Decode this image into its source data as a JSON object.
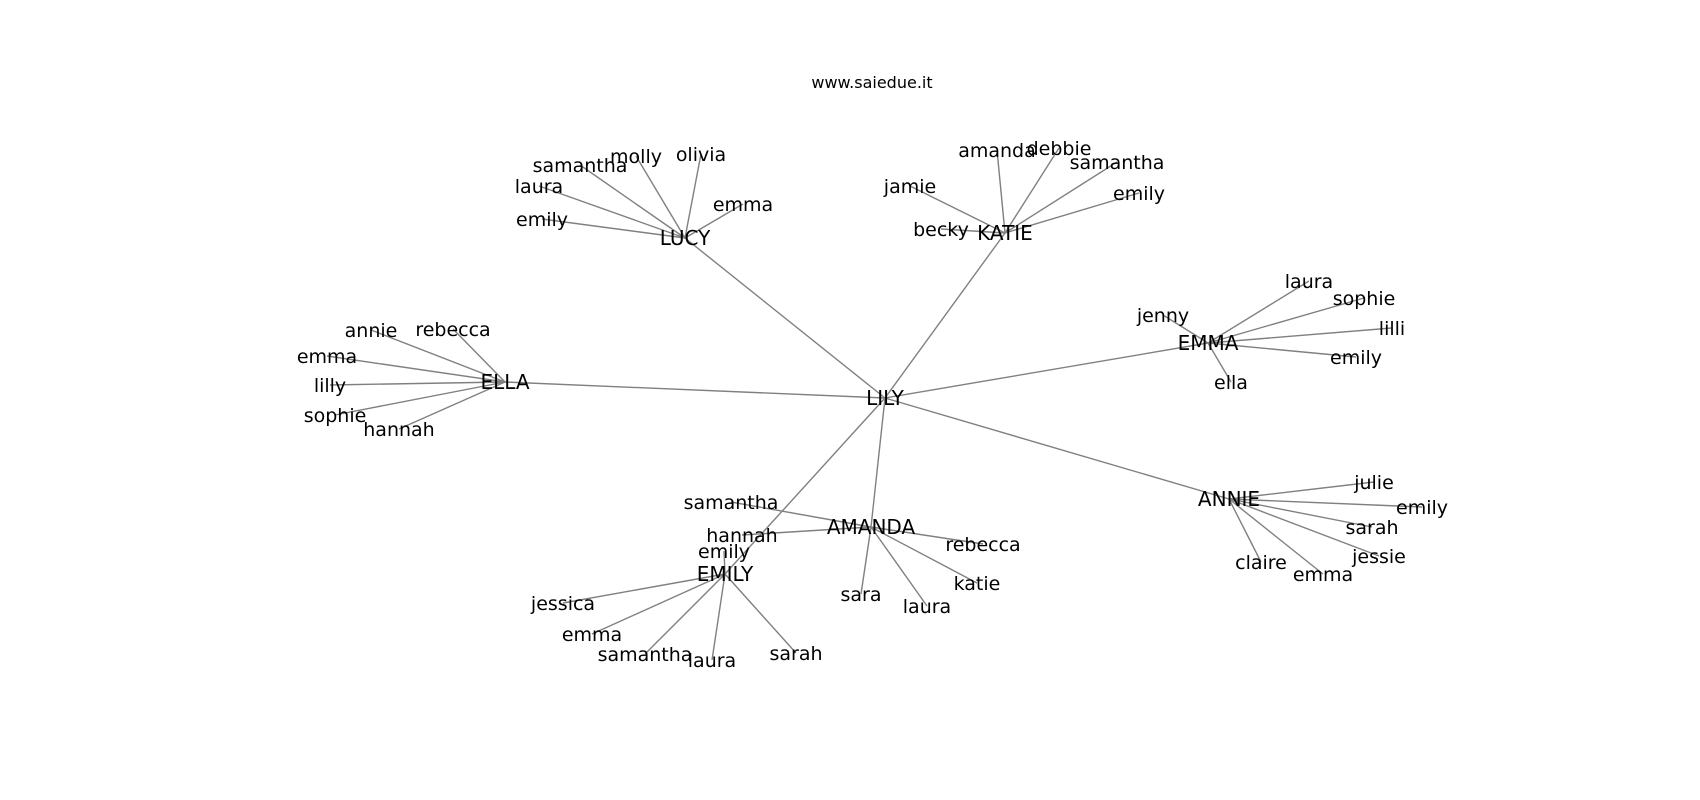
{
  "title": "www.saiedue.it",
  "colors": {
    "edge": "#808080",
    "text": "#000000",
    "background": "#ffffff"
  },
  "tree": {
    "root": "LILY",
    "hubs": [
      {
        "id": "lucy",
        "label": "LUCY",
        "children": [
          "olivia",
          "molly",
          "samantha",
          "laura",
          "emily",
          "emma"
        ]
      },
      {
        "id": "katie",
        "label": "KATIE",
        "children": [
          "amanda",
          "debbie",
          "samantha",
          "emily",
          "jamie",
          "becky"
        ]
      },
      {
        "id": "ella",
        "label": "ELLA",
        "children": [
          "annie",
          "rebecca",
          "emma",
          "lilly",
          "sophie",
          "hannah"
        ]
      },
      {
        "id": "emma",
        "label": "EMMA",
        "children": [
          "laura",
          "sophie",
          "jenny",
          "lilli",
          "emily",
          "ella"
        ]
      },
      {
        "id": "annie",
        "label": "ANNIE",
        "children": [
          "julie",
          "emily",
          "sarah",
          "jessie",
          "claire",
          "emma"
        ]
      },
      {
        "id": "amanda",
        "label": "AMANDA",
        "children": [
          "samantha",
          "hannah",
          "rebecca",
          "katie",
          "sara",
          "laura"
        ]
      },
      {
        "id": "emily",
        "label": "EMILY",
        "children": [
          "emily",
          "jessica",
          "emma",
          "samantha",
          "laura",
          "sarah"
        ]
      }
    ]
  }
}
